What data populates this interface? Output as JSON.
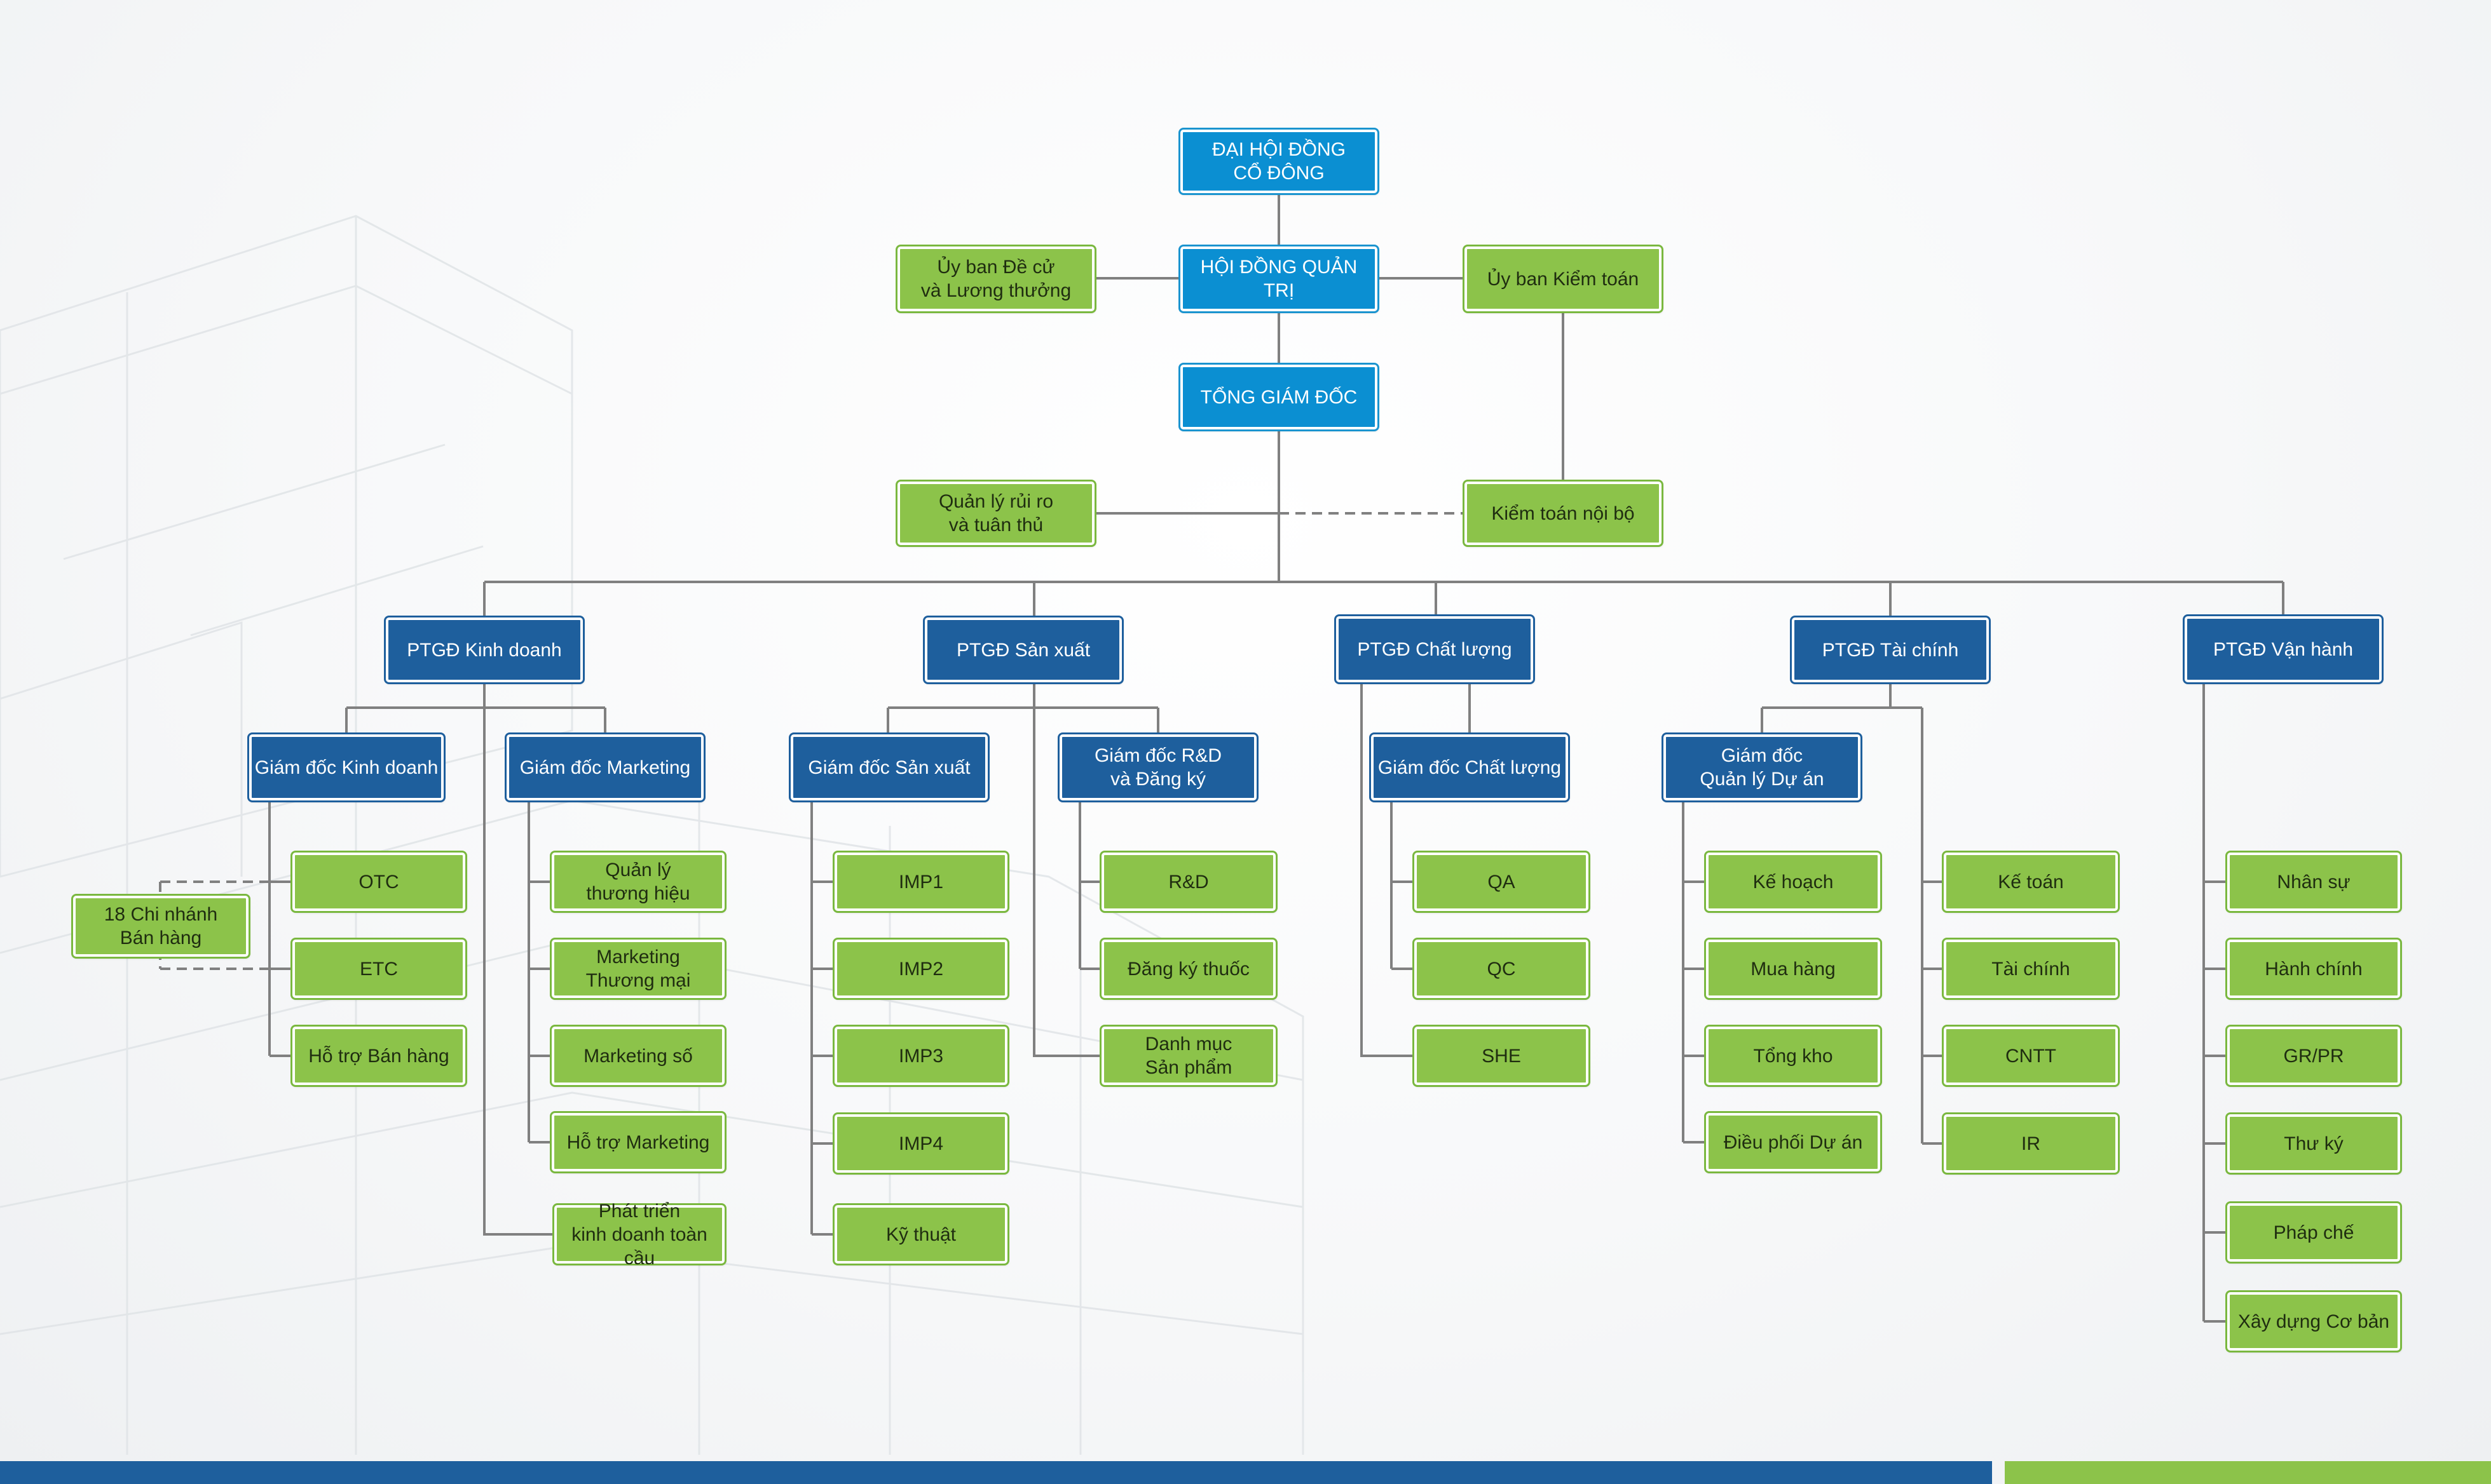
{
  "colors": {
    "top_level": "#0b8fd2",
    "executive": "#1e5f9d",
    "unit": "#8cc34a",
    "line": "#808080",
    "footer_blue": "#1e5f9d",
    "footer_green": "#8cc34a"
  },
  "org_chart": {
    "shareholders": "ĐẠI HỘI ĐỒNG\nCỔ ĐÔNG",
    "board": "HỘI ĐỒNG QUẢN TRỊ",
    "nomination_committee": "Ủy ban Đề cử\nvà Lương thưởng",
    "audit_committee": "Ủy ban Kiểm toán",
    "ceo": "TỔNG GIÁM ĐỐC",
    "risk_compliance": "Quản lý rủi ro\nvà tuân thủ",
    "internal_audit": "Kiểm toán nội bộ",
    "deputy_business": "PTGĐ Kinh doanh",
    "deputy_production": "PTGĐ Sản xuất",
    "deputy_quality": "PTGĐ Chất lượng",
    "deputy_finance": "PTGĐ Tài chính",
    "deputy_operations": "PTGĐ Vận hành",
    "dir_sales": "Giám đốc Kinh doanh",
    "dir_marketing": "Giám đốc Marketing",
    "dir_production": "Giám đốc Sản xuất",
    "dir_rnd": "Giám đốc R&D\nvà Đăng ký",
    "dir_quality": "Giám đốc Chất lượng",
    "dir_project": "Giám đốc\nQuản lý Dự án",
    "branches": "18 Chi nhánh\nBán hàng",
    "otc": "OTC",
    "etc": "ETC",
    "sales_support": "Hỗ trợ Bán hàng",
    "brand_mgmt": "Quản lý\nthương hiệu",
    "trade_marketing": "Marketing\nThương mại",
    "digital_marketing": "Marketing số",
    "marketing_support": "Hỗ trợ Marketing",
    "global_dev": "Phát triển\nkinh doanh toàn cầu",
    "imp1": "IMP1",
    "imp2": "IMP2",
    "imp3": "IMP3",
    "imp4": "IMP4",
    "engineering": "Kỹ thuật",
    "rnd": "R&D",
    "drug_registration": "Đăng ký thuốc",
    "product_portfolio": "Danh mục\nSản phẩm",
    "qa": "QA",
    "qc": "QC",
    "she": "SHE",
    "planning": "Kế hoạch",
    "purchasing": "Mua hàng",
    "warehouse": "Tổng kho",
    "project_coordination": "Điều phối Dự án",
    "accounting": "Kế toán",
    "finance": "Tài chính",
    "it": "CNTT",
    "ir": "IR",
    "hr": "Nhân sự",
    "admin": "Hành chính",
    "gr_pr": "GR/PR",
    "secretary": "Thư ký",
    "legal": "Pháp chế",
    "construction": "Xây dựng Cơ bản"
  }
}
